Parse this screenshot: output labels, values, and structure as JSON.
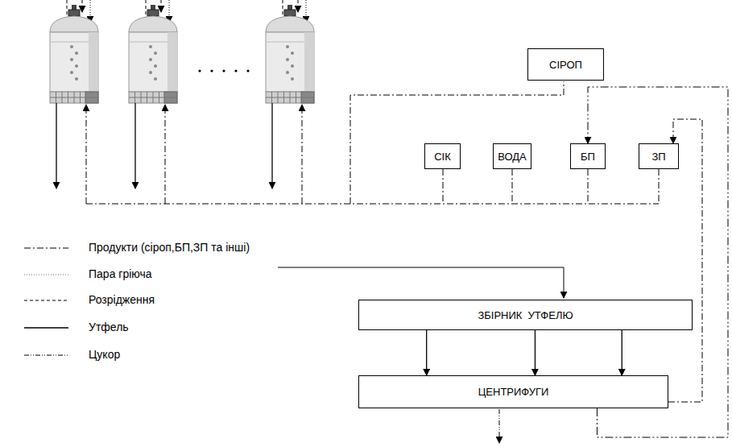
{
  "diagram": {
    "nodes": [
      {
        "text": [
          "СІРОП"
        ]
      },
      {
        "text": [
          "СІК"
        ]
      },
      {
        "text": [
          "ВОДА"
        ]
      },
      {
        "text": [
          "БП"
        ]
      },
      {
        "text": [
          "ЗП"
        ]
      },
      {
        "text": [
          "ЗБІРНИК  УТФЕЛЮ"
        ]
      },
      {
        "text": [
          "ЦЕНТРИФУГИ"
        ]
      }
    ],
    "edges": [
      {
        "from": 6,
        "to": 3,
        "arrow": "to"
      },
      {
        "from": 6,
        "to": 4,
        "arrow": "to"
      },
      {
        "from": 5,
        "to": 6,
        "arrow": "to"
      },
      {
        "from": 5,
        "to": 6,
        "arrow": "to"
      },
      {
        "from": 5,
        "to": 6,
        "arrow": "to"
      }
    ],
    "legend": [
      {
        "text": "Продукти (сіроп,БП,ЗП та інші)"
      },
      {
        "text": "Пара гріюча"
      },
      {
        "text": "Розрідження"
      },
      {
        "text": "Утфель"
      },
      {
        "text": "Цукор"
      }
    ]
  }
}
